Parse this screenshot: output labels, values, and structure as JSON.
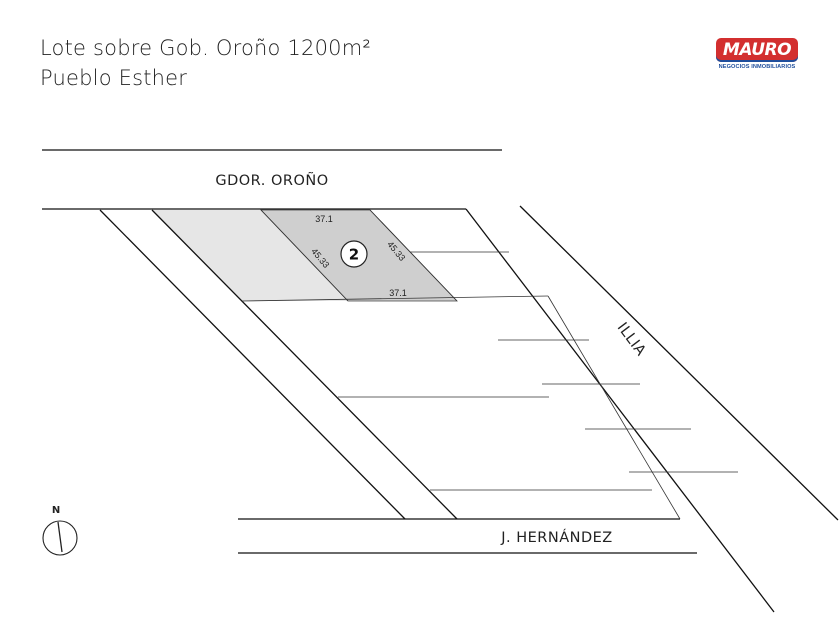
{
  "title": {
    "line1": "Lote sobre Gob. Oroño 1200m²",
    "line2": "Pueblo Esther"
  },
  "logo": {
    "name": "MAURO",
    "subtitle": "NEGOCIOS INMOBILIARIOS",
    "colors": {
      "red": "#d32f2f",
      "blue": "#1f4e9c"
    }
  },
  "streets": {
    "top": "GDOR. OROÑO",
    "diagonal": "ILLIA",
    "bottom": "J. HERNÁNDEZ"
  },
  "lot": {
    "number": "2",
    "dim_top": "37.1",
    "dim_bottom": "37.1",
    "dim_left": "45.33",
    "dim_right": "45.33",
    "fill_color": "#cfcfcf",
    "neighbor_fill": "#e6e6e6"
  },
  "compass": {
    "label": "N",
    "icon": "north-arrow-icon"
  }
}
